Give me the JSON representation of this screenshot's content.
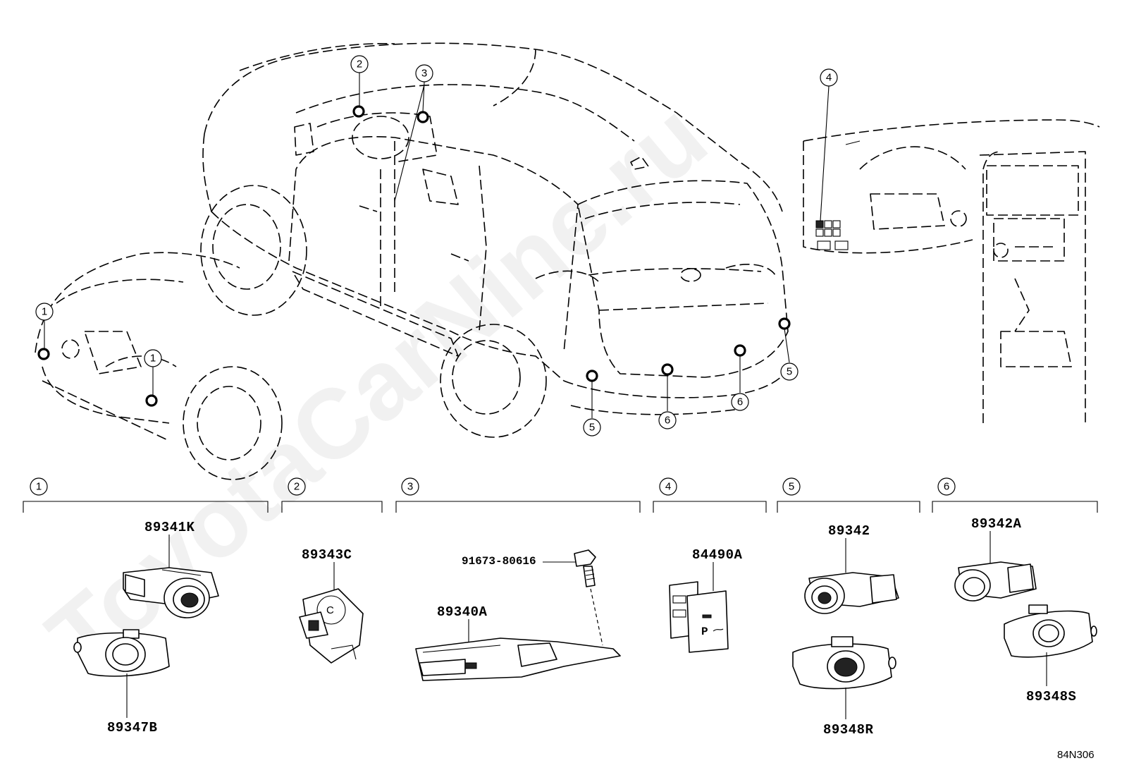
{
  "watermark": "ToyotaCarNine.ru",
  "diagram_code": "84N306",
  "groups": [
    {
      "num": "1",
      "parts": [
        "89341K",
        "89347B"
      ]
    },
    {
      "num": "2",
      "parts": [
        "89343C"
      ]
    },
    {
      "num": "3",
      "parts": [
        "91673-80616",
        "89340A"
      ]
    },
    {
      "num": "4",
      "parts": [
        "84490A"
      ]
    },
    {
      "num": "5",
      "parts": [
        "89342",
        "89348R"
      ]
    },
    {
      "num": "6",
      "parts": [
        "89342A",
        "89348S"
      ]
    }
  ],
  "location_callouts": [
    "1",
    "1",
    "2",
    "3",
    "4",
    "5",
    "5",
    "6",
    "6"
  ],
  "switch_glyph": "P"
}
